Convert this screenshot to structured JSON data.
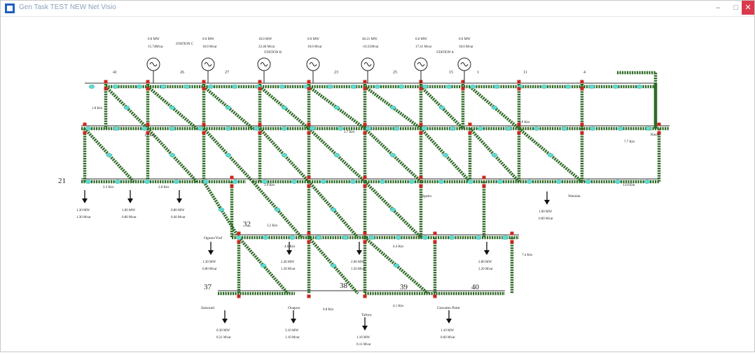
{
  "window": {
    "title": "Gen Task TEST NEW Net Visio",
    "minimize": "–",
    "maximize": "□",
    "close": "✕",
    "line_color": "#2e6b26",
    "node_color": "#5fd9cf",
    "breaker_color": "#c8281f"
  },
  "diagram": {
    "generators": [
      {
        "p": "0.0 MW",
        "q": "15.74Mvar"
      },
      {
        "p": "0.0 MW",
        "q": "10.0 Mvar"
      },
      {
        "p": "10.0 MW",
        "q": "22.40 Mvar"
      },
      {
        "p": "0.0 MW",
        "q": "10.0 Mvar"
      },
      {
        "p": "40.21 MW",
        "q": "-10.31Mvar"
      },
      {
        "p": "0.0 MW",
        "q": "17.41 Mvar"
      },
      {
        "p": "0.0 MW",
        "q": "18.0 Mvar"
      }
    ],
    "station_labels": [
      "STATION C",
      "STATION B",
      "STATION A"
    ],
    "bus_numbers": [
      "21",
      "32",
      "37",
      "38",
      "39",
      "40",
      "41",
      "26",
      "27",
      "23",
      "25",
      "15",
      "11",
      "4",
      "1"
    ],
    "bus_names": [
      "Ngubu",
      "Ogunn/Yinf",
      "Ouapou",
      "Sanzouri",
      "Taforu",
      "Gawamu Pantt",
      "Basin",
      "Wasinla"
    ],
    "loads": [
      {
        "p": "1.30 MW",
        "q": "1.30 Mvar"
      },
      {
        "p": "1.00 MW",
        "q": "0.80 Mvar"
      },
      {
        "p": "0.80 MW",
        "q": "0.40 Mvar"
      },
      {
        "p": "1.30 MW",
        "q": "0.80 Mvar"
      },
      {
        "p": "2.40 MW",
        "q": "1.30 Mvar"
      },
      {
        "p": "2.00 MW",
        "q": "1.50 Mvar"
      },
      {
        "p": "0.30 MW",
        "q": "0.21 Mvar"
      },
      {
        "p": "3.10 MW",
        "q": "1.10 Mvar"
      },
      {
        "p": "1.10 MW",
        "q": "0.11 Mvar"
      },
      {
        "p": "1.10 MW",
        "q": "0.60 Mvar"
      },
      {
        "p": "2.80 MW",
        "q": "2.20 Mvar"
      },
      {
        "p": "1.00 MW",
        "q": "0.80 Mvar"
      }
    ],
    "line_lengths": [
      "2.2 Km",
      "2.8 Km",
      "1.2 Km",
      "3.2 Km",
      "4.6 Km",
      "6.4 Km",
      "6.8 Km",
      "4.1 Km",
      "7.4 Km",
      "13.0 Km",
      "7.7 Km",
      "3.9 Km",
      "2.7 Km",
      "1.8 Km",
      "0.9 Km"
    ]
  }
}
